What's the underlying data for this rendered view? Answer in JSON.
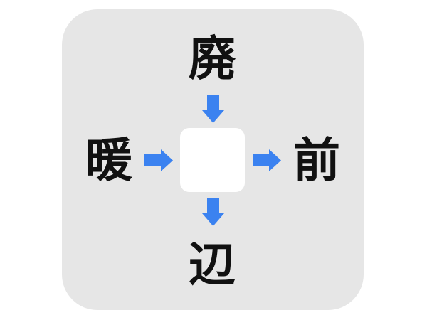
{
  "puzzle": {
    "top": "廃",
    "left": "暖",
    "right": "前",
    "bottom": "辺",
    "answer_box": ""
  },
  "colors": {
    "panel": "#e6e6e6",
    "arrow": "#3b82f0",
    "answer_box": "#ffffff",
    "text": "#111111"
  }
}
